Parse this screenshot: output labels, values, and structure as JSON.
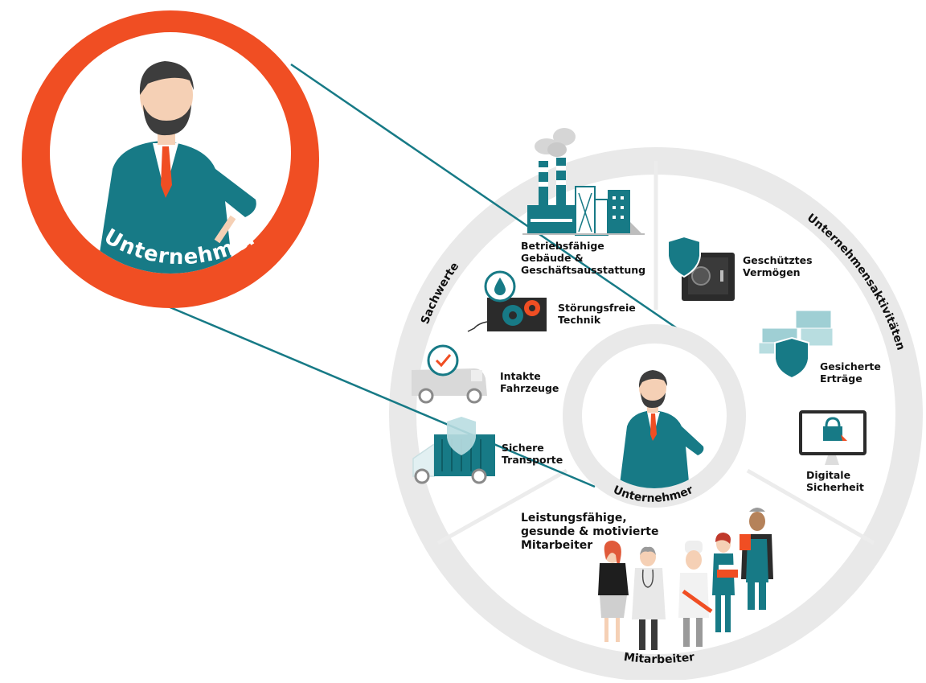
{
  "big_badge": {
    "label": "Unternehmer"
  },
  "center_badge": {
    "label": "Unternehmer"
  },
  "ring_labels": {
    "sachwerte": "Sachwerte",
    "unternehmensaktivitaeten": "Unternehmensaktivitäten",
    "mitarbeiter": "Mitarbeiter"
  },
  "items": {
    "gebaeude": [
      "Betriebsfähige",
      "Gebäude &",
      "Geschäftsausstattung"
    ],
    "technik": [
      "Störungsfreie",
      "Technik"
    ],
    "fahrzeuge": [
      "Intakte",
      "Fahrzeuge"
    ],
    "transporte": [
      "Sichere",
      "Transporte"
    ],
    "vermoegen": [
      "Geschütztes",
      "Vermögen"
    ],
    "ertraege": [
      "Gesicherte",
      "Erträge"
    ],
    "sicherheit": [
      "Digitale",
      "Sicherheit"
    ],
    "mitarbeiter_text": [
      "Leistungsfähige,",
      "gesunde & motivierte",
      "Mitarbeiter"
    ]
  },
  "colors": {
    "accent_orange": "#f04e23",
    "teal": "#177a86",
    "dark_teal": "#0e5d66",
    "ring_gray": "#e9e9e9",
    "shield_teal": "#2b8a94"
  },
  "icons": {
    "factory": "factory-icon",
    "gears": "gears-icon",
    "van": "van-icon",
    "truck": "truck-icon",
    "safe": "safe-icon",
    "money": "money-icon",
    "monitor": "monitor-lock-icon",
    "workers": "workers-illustration",
    "businessman": "businessman-illustration"
  }
}
